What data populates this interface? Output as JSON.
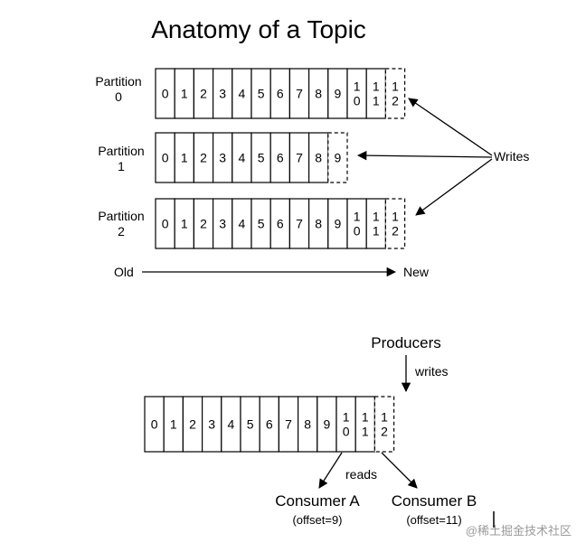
{
  "title": "Anatomy of a Topic",
  "partitions": [
    {
      "label_line1": "Partition",
      "label_line2": "0",
      "cells": [
        "0",
        "1",
        "2",
        "3",
        "4",
        "5",
        "6",
        "7",
        "8",
        "9",
        "1\n0",
        "1\n1"
      ],
      "next": "1\n2"
    },
    {
      "label_line1": "Partition",
      "label_line2": "1",
      "cells": [
        "0",
        "1",
        "2",
        "3",
        "4",
        "5",
        "6",
        "7",
        "8"
      ],
      "next": "9"
    },
    {
      "label_line1": "Partition",
      "label_line2": "2",
      "cells": [
        "0",
        "1",
        "2",
        "3",
        "4",
        "5",
        "6",
        "7",
        "8",
        "9",
        "1\n0",
        "1\n1"
      ],
      "next": "1\n2"
    }
  ],
  "writes_label": "Writes",
  "old_label": "Old",
  "new_label": "New",
  "log": {
    "cells": [
      "0",
      "1",
      "2",
      "3",
      "4",
      "5",
      "6",
      "7",
      "8",
      "9",
      "1\n0",
      "1\n1"
    ],
    "next": "1\n2"
  },
  "producers_label": "Producers",
  "producer_writes_label": "writes",
  "reads_label": "reads",
  "consumer_a": {
    "name": "Consumer A",
    "offset": "(offset=9)"
  },
  "consumer_b": {
    "name": "Consumer B",
    "offset": "(offset=11)"
  },
  "watermark": "@稀土掘金技术社区"
}
